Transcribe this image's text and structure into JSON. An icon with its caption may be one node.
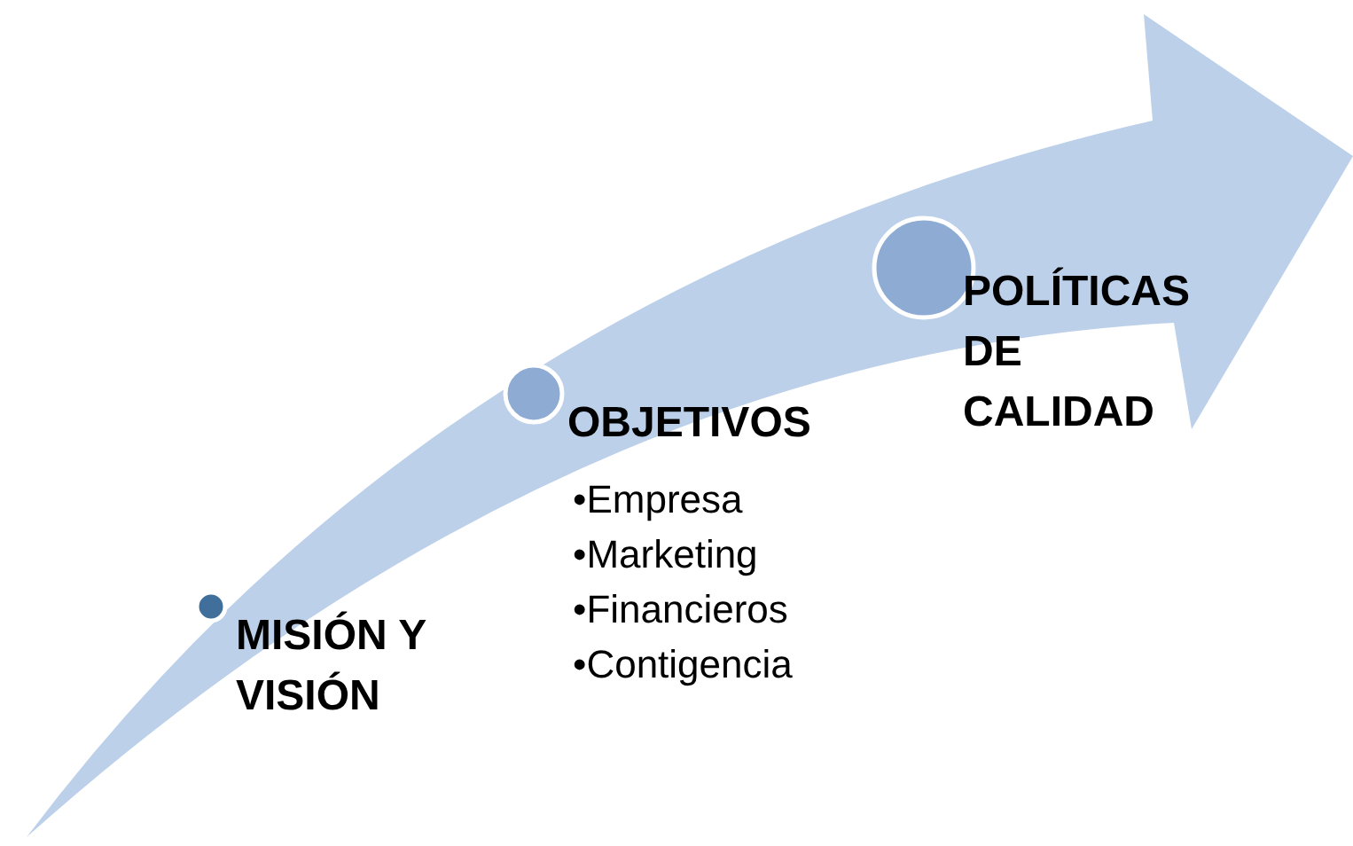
{
  "diagram": {
    "nodes": [
      {
        "text": [],
        "shape": "arrow"
      },
      {
        "text": [
          "MISIÓN Y VISIÓN"
        ]
      },
      {
        "text": [
          "OBJETIVOS",
          "•Empresa",
          "•Marketing",
          "•Financieros",
          "•Contigencia"
        ]
      },
      {
        "text": [
          "POLÍTICAS DE CALIDAD"
        ]
      }
    ]
  }
}
